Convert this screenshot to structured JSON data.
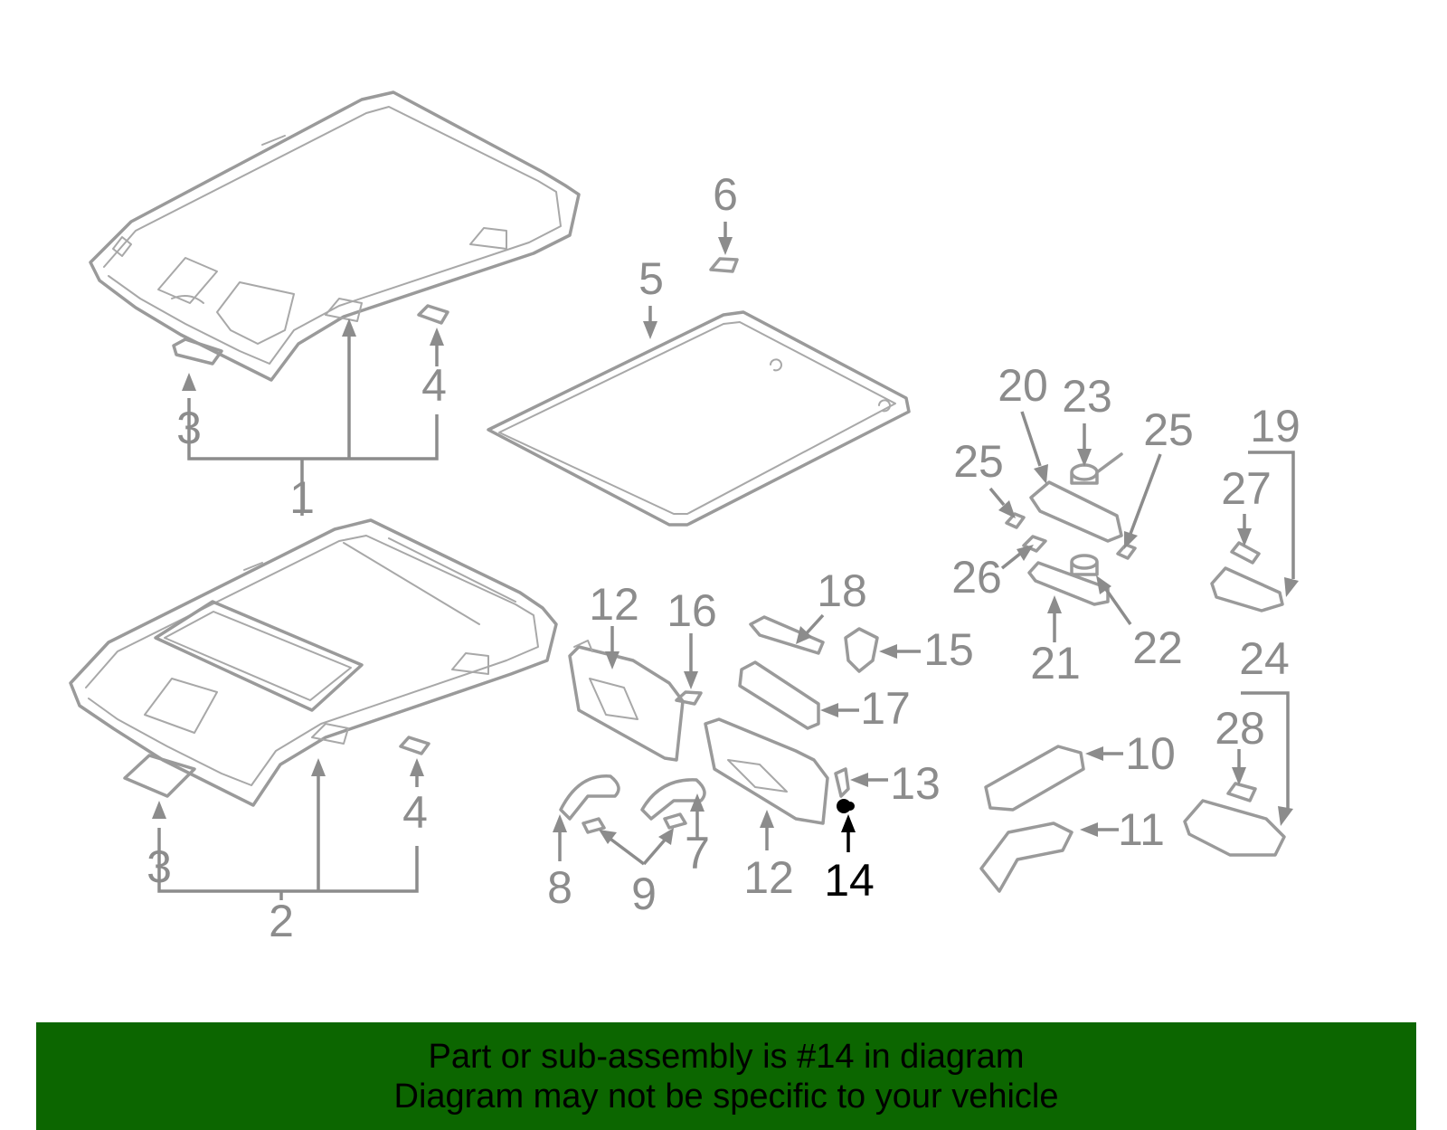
{
  "colors": {
    "banner": "#0c6600",
    "highlight": "#000000",
    "label": "#8c8c8c",
    "line": "#9a9a9a"
  },
  "highlighted_part": "14",
  "callouts": {
    "c1": "1",
    "c2": "2",
    "c3a": "3",
    "c3b": "3",
    "c4a": "4",
    "c4b": "4",
    "c5": "5",
    "c6": "6",
    "c7": "7",
    "c8": "8",
    "c9": "9",
    "c10": "10",
    "c11": "11",
    "c12a": "12",
    "c12b": "12",
    "c13": "13",
    "c14": "14",
    "c15": "15",
    "c16": "16",
    "c17": "17",
    "c18": "18",
    "c19": "19",
    "c20": "20",
    "c21": "21",
    "c22": "22",
    "c23": "23",
    "c24": "24",
    "c25a": "25",
    "c25b": "25",
    "c26": "26",
    "c27": "27",
    "c28": "28"
  },
  "banner": {
    "line1": "Part or sub-assembly is #14 in diagram",
    "line2": "Diagram may not be specific to your vehicle"
  }
}
